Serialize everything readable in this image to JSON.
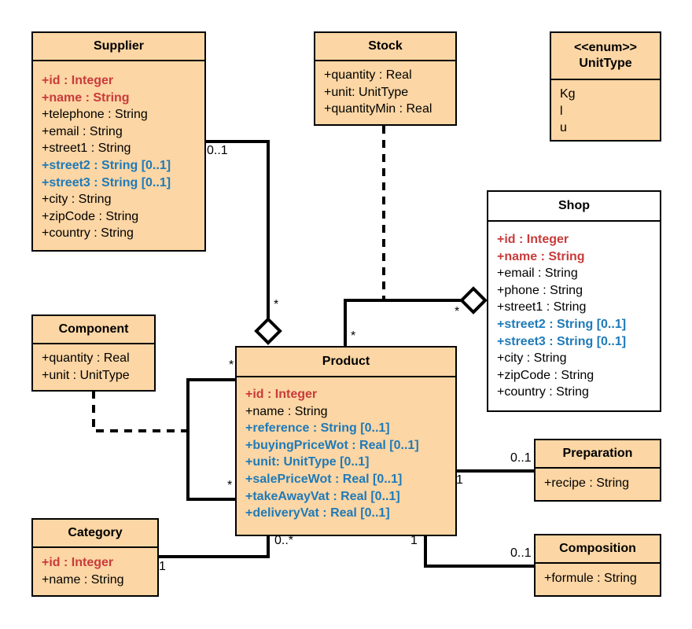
{
  "colors": {
    "class_fill": "#fcd6a4",
    "required_attr": "#c93b3b",
    "optional_attr": "#1f7ab8",
    "line": "#000000"
  },
  "classes": {
    "supplier": {
      "title": "Supplier",
      "attrs": [
        {
          "text": "+id : Integer",
          "style": "red"
        },
        {
          "text": "+name : String",
          "style": "red"
        },
        {
          "text": "+telephone : String",
          "style": "plain"
        },
        {
          "text": "+email : String",
          "style": "plain"
        },
        {
          "text": "+street1 : String",
          "style": "plain"
        },
        {
          "text": "+street2 : String [0..1]",
          "style": "blue"
        },
        {
          "text": "+street3 : String [0..1]",
          "style": "blue"
        },
        {
          "text": "+city : String",
          "style": "plain"
        },
        {
          "text": "+zipCode : String",
          "style": "plain"
        },
        {
          "text": "+country : String",
          "style": "plain"
        }
      ]
    },
    "stock": {
      "title": "Stock",
      "attrs": [
        {
          "text": "+quantity : Real",
          "style": "plain"
        },
        {
          "text": "+unit: UnitType",
          "style": "plain"
        },
        {
          "text": "+quantityMin : Real",
          "style": "plain"
        }
      ]
    },
    "unittype": {
      "stereotype": "<<enum>>",
      "title": "UnitType",
      "attrs": [
        {
          "text": "Kg",
          "style": "plain"
        },
        {
          "text": "l",
          "style": "plain"
        },
        {
          "text": "u",
          "style": "plain"
        }
      ]
    },
    "shop": {
      "title": "Shop",
      "attrs": [
        {
          "text": "+id : Integer",
          "style": "red"
        },
        {
          "text": "+name : String",
          "style": "red"
        },
        {
          "text": "+email : String",
          "style": "plain"
        },
        {
          "text": "+phone : String",
          "style": "plain"
        },
        {
          "text": "+street1 : String",
          "style": "plain"
        },
        {
          "text": "+street2 : String [0..1]",
          "style": "blue"
        },
        {
          "text": "+street3 : String [0..1]",
          "style": "blue"
        },
        {
          "text": "+city : String",
          "style": "plain"
        },
        {
          "text": "+zipCode : String",
          "style": "plain"
        },
        {
          "text": "+country : String",
          "style": "plain"
        }
      ]
    },
    "component": {
      "title": "Component",
      "attrs": [
        {
          "text": "+quantity : Real",
          "style": "plain"
        },
        {
          "text": "+unit : UnitType",
          "style": "plain"
        }
      ]
    },
    "product": {
      "title": "Product",
      "attrs": [
        {
          "text": "+id : Integer",
          "style": "red"
        },
        {
          "text": "+name : String",
          "style": "plain"
        },
        {
          "text": "+reference : String [0..1]",
          "style": "blue"
        },
        {
          "text": "+buyingPriceWot : Real [0..1]",
          "style": "blue"
        },
        {
          "text": "+unit: UnitType [0..1]",
          "style": "blue"
        },
        {
          "text": "+salePriceWot : Real [0..1]",
          "style": "blue"
        },
        {
          "text": "+takeAwayVat : Real [0..1]",
          "style": "blue"
        },
        {
          "text": "+deliveryVat : Real [0..1]",
          "style": "blue"
        }
      ]
    },
    "preparation": {
      "title": "Preparation",
      "attrs": [
        {
          "text": "+recipe : String",
          "style": "plain"
        }
      ]
    },
    "category": {
      "title": "Category",
      "attrs": [
        {
          "text": "+id : Integer",
          "style": "red"
        },
        {
          "text": "+name : String",
          "style": "plain"
        }
      ]
    },
    "composition": {
      "title": "Composition",
      "attrs": [
        {
          "text": "+formule : String",
          "style": "plain"
        }
      ]
    }
  },
  "multiplicities": {
    "supplier_end": "0..1",
    "supplier_product_end": "*",
    "shop_end": "*",
    "product_shop_end": "*",
    "component_top": "*",
    "component_bottom": "*",
    "preparation_end": "0..1",
    "product_preparation_end": "1",
    "category_end": "1",
    "product_category_end": "0..*",
    "product_composition_end": "1",
    "composition_end": "0..1"
  }
}
